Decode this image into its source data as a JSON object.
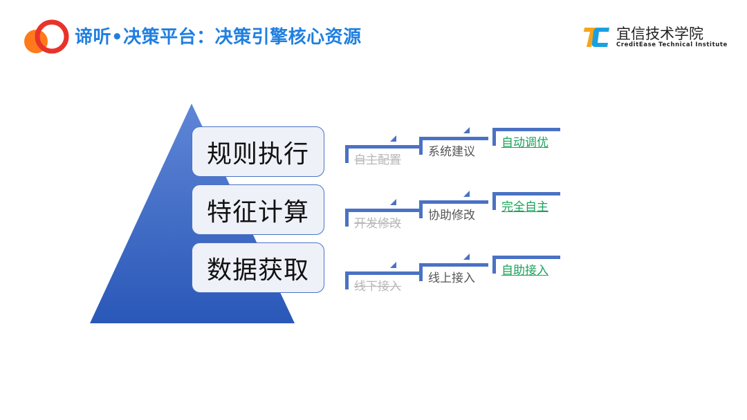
{
  "header": {
    "title": "谛听•决策平台：决策引擎核心资源",
    "brand_name": "宜信技术学院",
    "brand_sub": "CreditEase Technical Institute",
    "logo_colors": [
      "#ff7a1a",
      "#e8332a"
    ],
    "title_color": "#1f7fe0"
  },
  "pyramid": {
    "color_top": "#5f86d6",
    "color_bottom": "#2a58b8",
    "layers": [
      {
        "label": "规则执行",
        "stages": [
          "自主配置",
          "系统建议",
          "自动调优"
        ]
      },
      {
        "label": "特征计算",
        "stages": [
          "开发修改",
          "协助修改",
          "完全自主"
        ]
      },
      {
        "label": "数据获取",
        "stages": [
          "线下接入",
          "线上接入",
          "自助接入"
        ]
      }
    ]
  },
  "stage_styles": [
    "deprecated",
    "current",
    "target"
  ],
  "colors": {
    "bracket": "#4a72c4",
    "deprecated_text": "#b7b7b7",
    "current_text": "#555555",
    "target_text": "#1aa35a"
  }
}
